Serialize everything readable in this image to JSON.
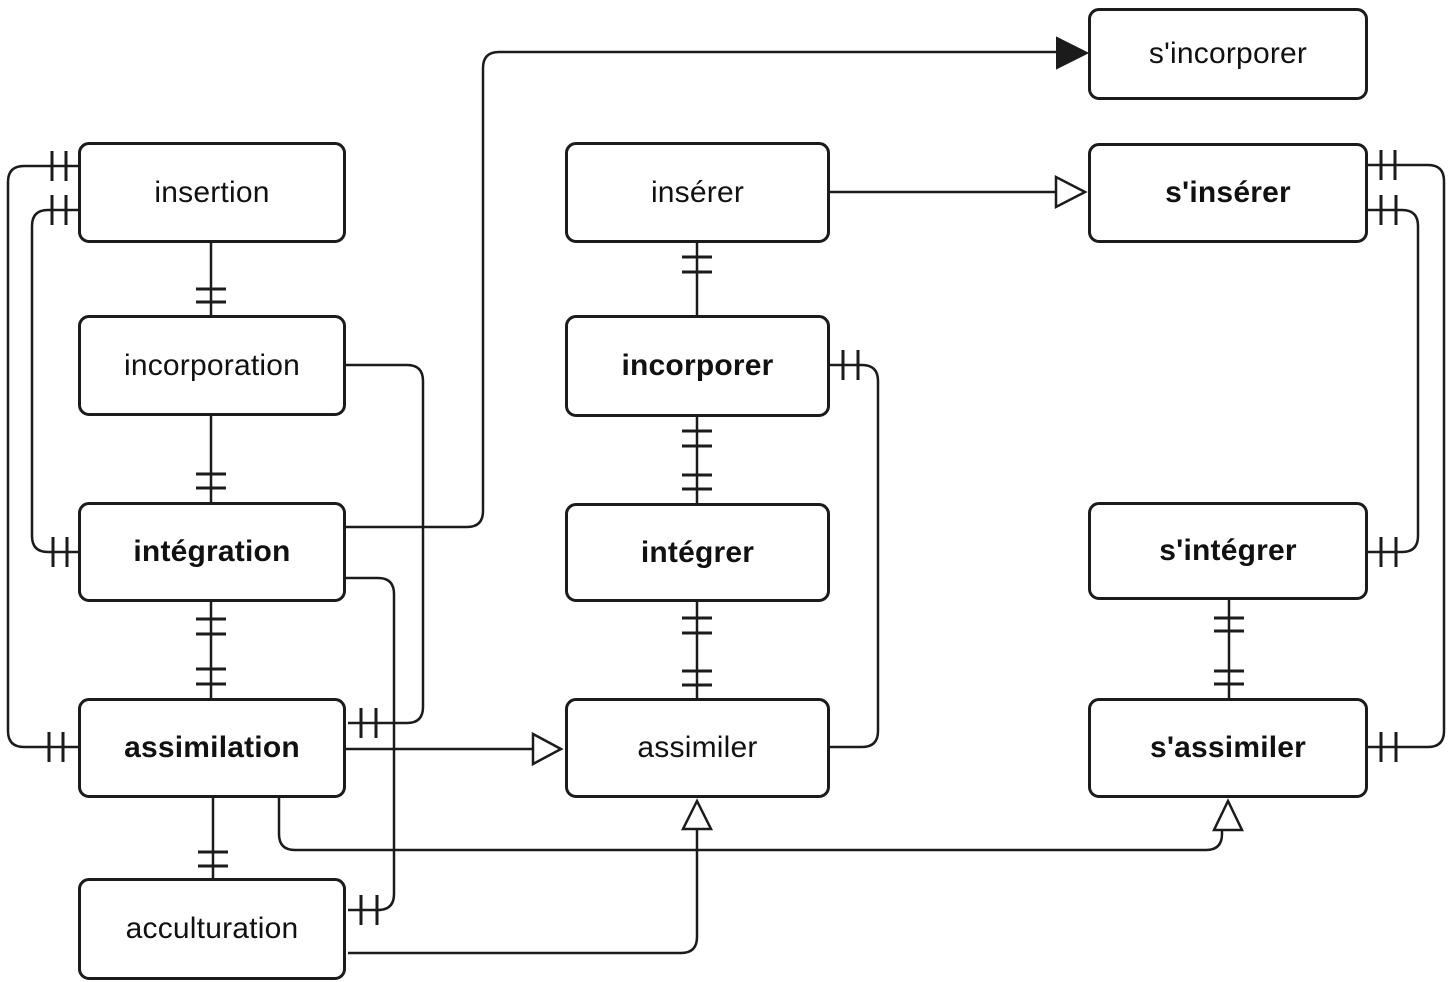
{
  "diagram_type": "lexical-network-diagram",
  "colors": {
    "background": "#ffffff",
    "line": "#1b1b1b",
    "box_fill": "#ffffff",
    "box_border": "#1b1b1b",
    "text": "#111111",
    "filled_arrow": "#1b1b1b",
    "open_arrow_fill": "#ffffff"
  },
  "nodes": {
    "insertion": {
      "label": "insertion",
      "bold": false,
      "column": "noun"
    },
    "incorporation": {
      "label": "incorporation",
      "bold": false,
      "column": "noun"
    },
    "integration": {
      "label": "intégration",
      "bold": true,
      "column": "noun"
    },
    "assimilation": {
      "label": "assimilation",
      "bold": true,
      "column": "noun"
    },
    "acculturation": {
      "label": "acculturation",
      "bold": false,
      "column": "noun"
    },
    "inserer": {
      "label": "insérer",
      "bold": false,
      "column": "verb"
    },
    "incorporer": {
      "label": "incorporer",
      "bold": true,
      "column": "verb"
    },
    "integrer": {
      "label": "intégrer",
      "bold": true,
      "column": "verb"
    },
    "assimiler": {
      "label": "assimiler",
      "bold": false,
      "column": "verb"
    },
    "s_incorporer": {
      "label": "s'incorporer",
      "bold": false,
      "column": "pronominal-verb"
    },
    "s_inserer": {
      "label": "s'insérer",
      "bold": true,
      "column": "pronominal-verb"
    },
    "s_integrer": {
      "label": "s'intégrer",
      "bold": true,
      "column": "pronominal-verb"
    },
    "s_assimiler": {
      "label": "s'assimiler",
      "bold": true,
      "column": "pronominal-verb"
    }
  },
  "edges": [
    {
      "from": "insertion",
      "to": "incorporation",
      "style": "plain-line",
      "tick_groups": 1,
      "route": "vertical"
    },
    {
      "from": "incorporation",
      "to": "integration",
      "style": "plain-line",
      "tick_groups": 1,
      "route": "vertical"
    },
    {
      "from": "integration",
      "to": "assimilation",
      "style": "plain-line",
      "tick_groups": 2,
      "route": "vertical"
    },
    {
      "from": "assimilation",
      "to": "acculturation",
      "style": "plain-line",
      "tick_groups": 1,
      "route": "vertical"
    },
    {
      "from": "inserer",
      "to": "incorporer",
      "style": "plain-line",
      "tick_groups": 1,
      "route": "vertical"
    },
    {
      "from": "incorporer",
      "to": "integrer",
      "style": "plain-line",
      "tick_groups": 2,
      "route": "vertical"
    },
    {
      "from": "integrer",
      "to": "assimiler",
      "style": "plain-line",
      "tick_groups": 2,
      "route": "vertical"
    },
    {
      "from": "s_integrer",
      "to": "s_assimiler",
      "style": "plain-line",
      "tick_groups": 2,
      "route": "vertical"
    },
    {
      "from": "insertion",
      "to": "assimilation",
      "style": "plain-line",
      "tick_groups": 2,
      "route": "left-outer"
    },
    {
      "from": "insertion",
      "to": "integration",
      "style": "plain-line",
      "tick_groups": 2,
      "route": "left-inner"
    },
    {
      "from": "incorporation",
      "to": "assimilation",
      "style": "plain-line",
      "tick_groups": 1,
      "route": "right-of-left-column"
    },
    {
      "from": "integration",
      "to": "acculturation",
      "style": "plain-line",
      "tick_groups": 1,
      "route": "right-of-left-column"
    },
    {
      "from": "incorporer",
      "to": "assimiler",
      "style": "plain-line",
      "tick_groups": 1,
      "route": "right-of-middle-column"
    },
    {
      "from": "s_inserer",
      "to": "s_assimiler",
      "style": "plain-line",
      "tick_groups": 2,
      "route": "right-outer"
    },
    {
      "from": "s_inserer",
      "to": "s_integrer",
      "style": "plain-line",
      "tick_groups": 2,
      "route": "right-inner"
    },
    {
      "from": "integration",
      "to": "s_incorporer",
      "style": "filled-arrow",
      "route": "top"
    },
    {
      "from": "inserer",
      "to": "s_inserer",
      "style": "open-arrow",
      "route": "horizontal"
    },
    {
      "from": "assimilation",
      "to": "assimiler",
      "style": "open-arrow",
      "route": "horizontal"
    },
    {
      "from": "acculturation",
      "to": "assimiler",
      "style": "open-arrow",
      "route": "bottom"
    },
    {
      "from": "assimilation",
      "to": "s_assimiler",
      "style": "open-arrow",
      "route": "bottom"
    }
  ]
}
